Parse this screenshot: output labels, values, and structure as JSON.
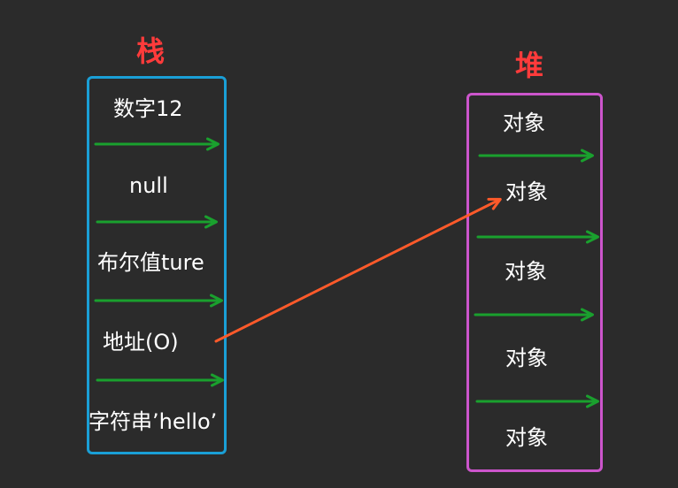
{
  "colors": {
    "background": "#2b2b2b",
    "stack_title": "#ff3b3b",
    "heap_title": "#ff3b3b",
    "stack_border": "#1a9fd6",
    "heap_border": "#cc55cc",
    "green_arrow": "#1aa02e",
    "orange_arrow": "#ff5a2a"
  },
  "stack": {
    "title": "栈",
    "items": [
      {
        "label": "数字12"
      },
      {
        "label": "null"
      },
      {
        "label": "布尔值ture"
      },
      {
        "label": "地址(O)"
      },
      {
        "label": "字符串’hello’"
      }
    ]
  },
  "heap": {
    "title": "堆",
    "items": [
      {
        "label": "对象"
      },
      {
        "label": "对象"
      },
      {
        "label": "对象"
      },
      {
        "label": "对象"
      },
      {
        "label": "对象"
      }
    ]
  }
}
